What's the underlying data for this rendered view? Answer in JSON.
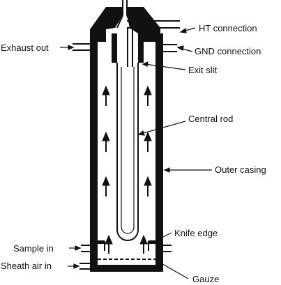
{
  "labels": {
    "ht_connection": "HT connection",
    "exhaust_out": "Exhaust out",
    "gnd_connection": "GND connection",
    "exit_slit": "Exit slit",
    "central_rod": "Central rod",
    "outer_casing": "Outer casing",
    "knife_edge": "Knife edge",
    "sample_in": "Sample in",
    "sheath_air_in": "Sheath air in",
    "gauze": "Gauze"
  },
  "colors": {
    "ink": "#111111",
    "background": "#ffffff"
  }
}
